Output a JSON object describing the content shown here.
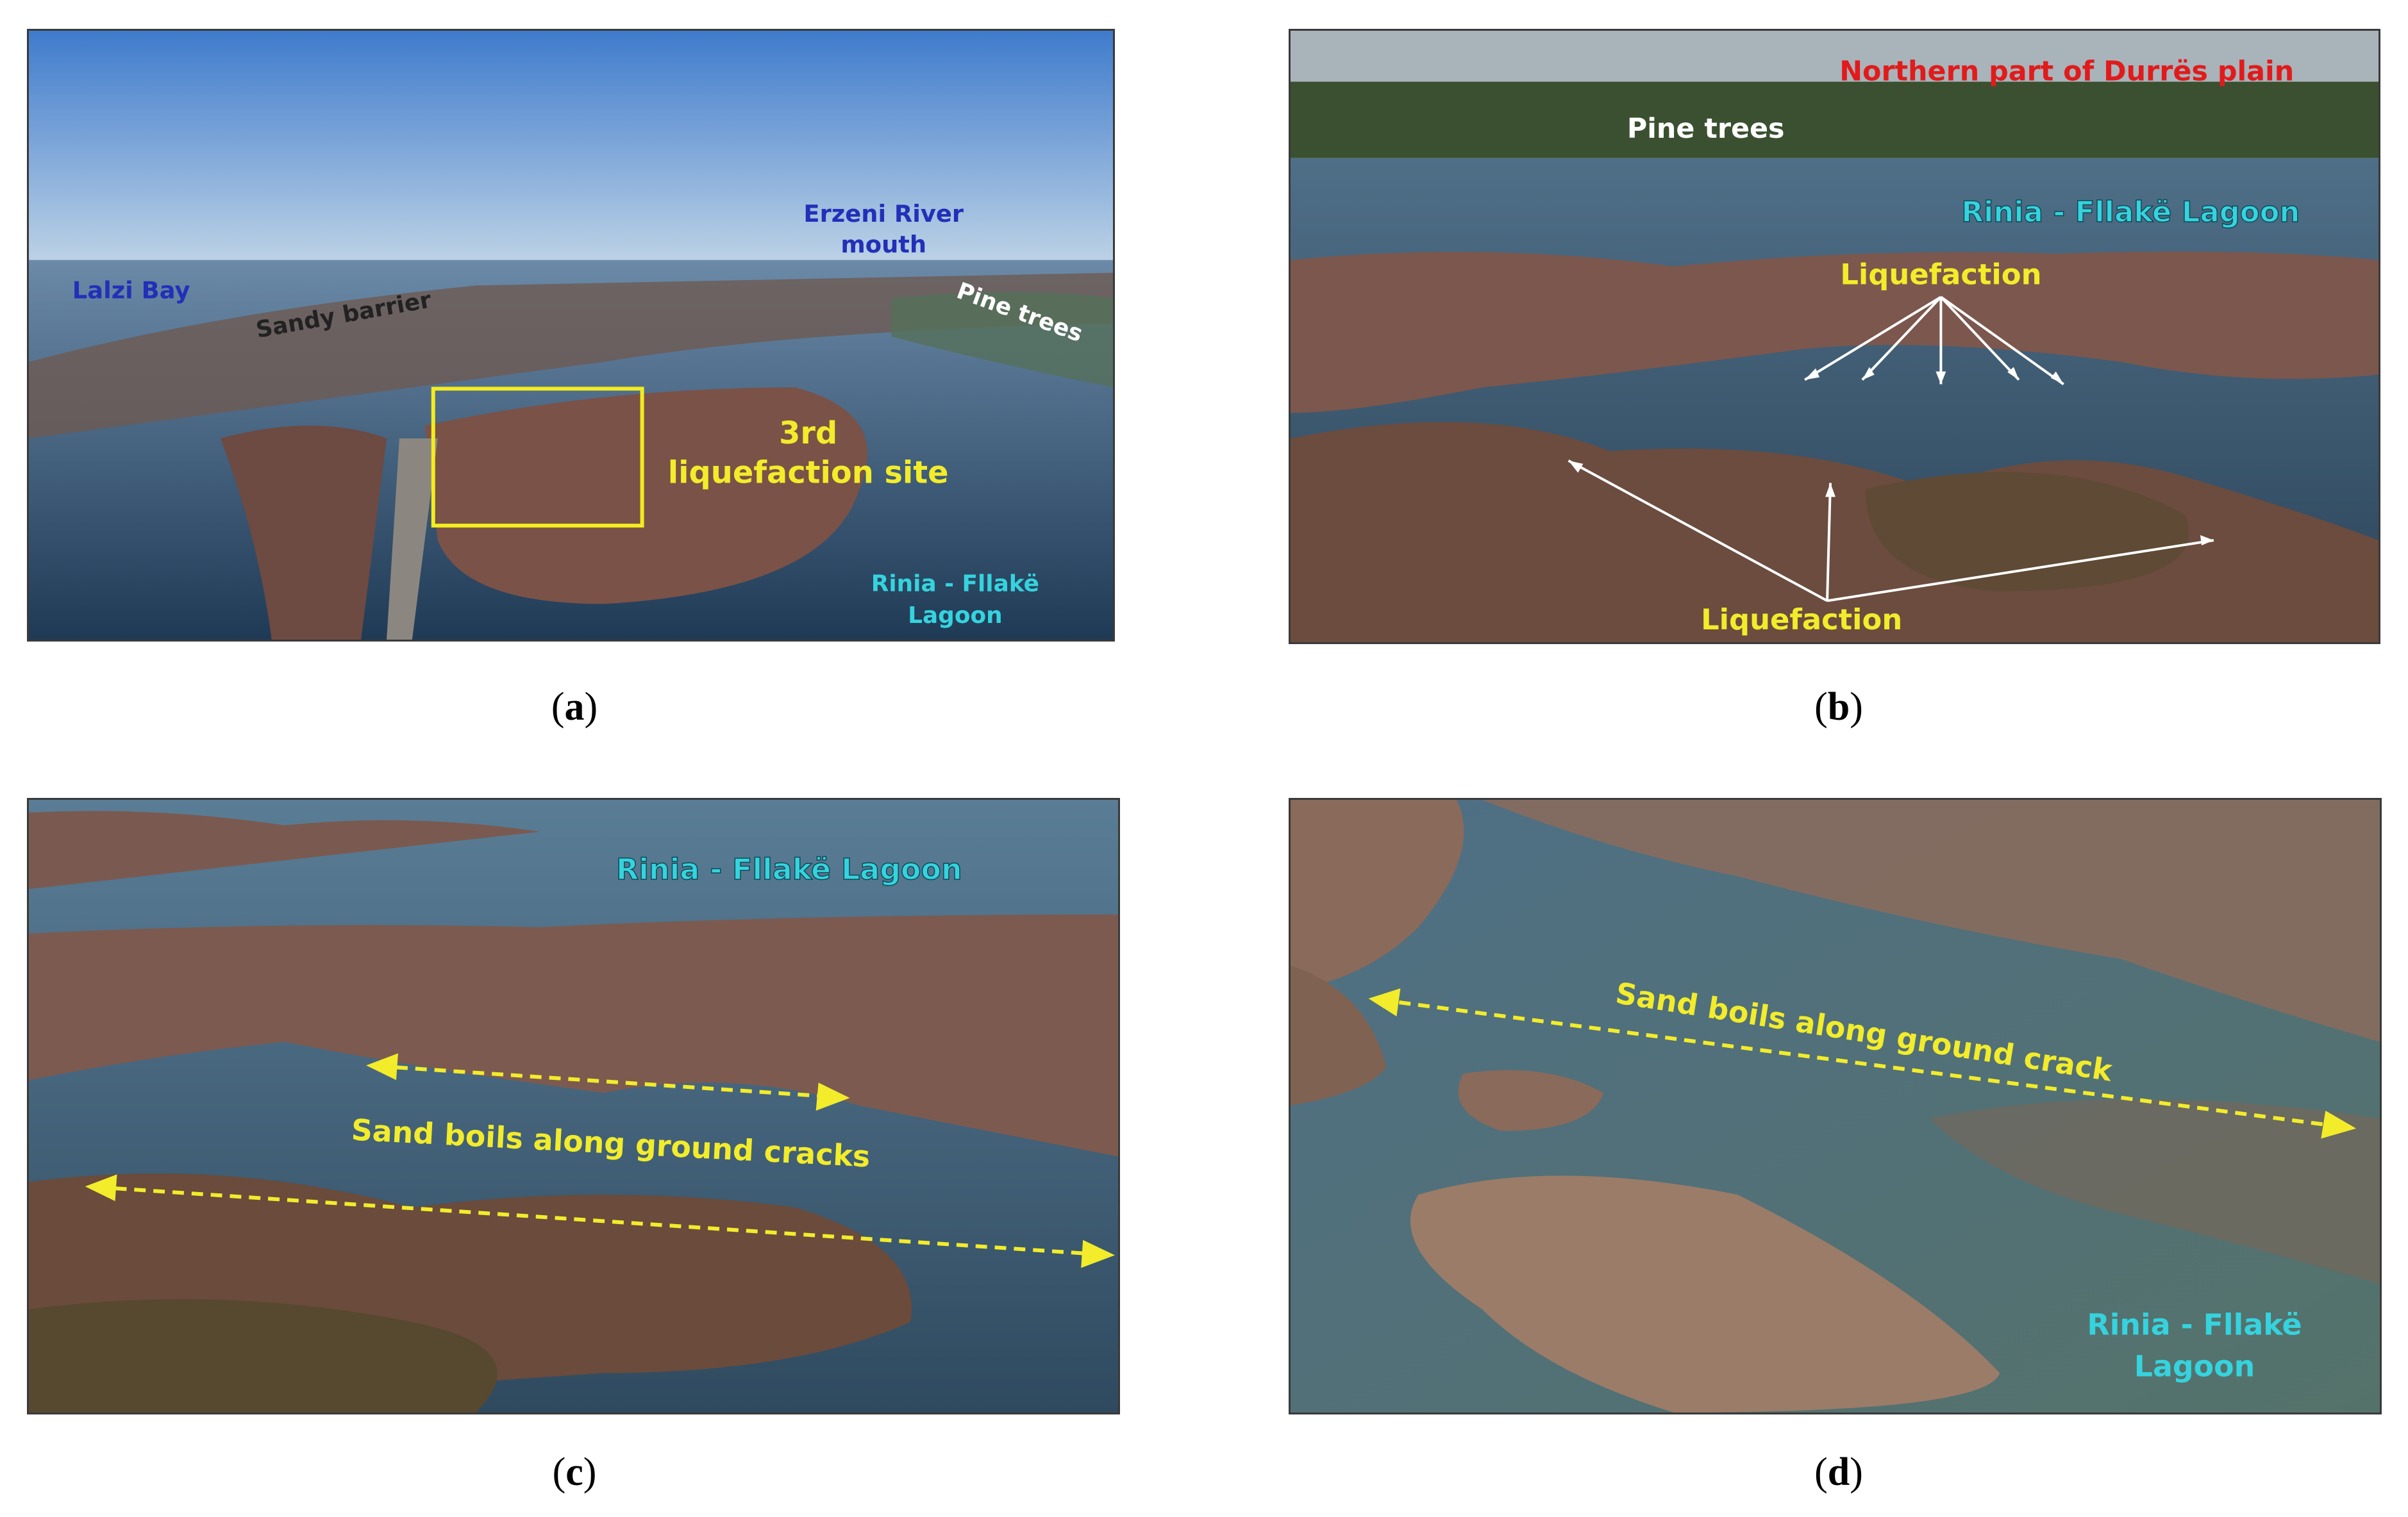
{
  "figure": {
    "panel_a": {
      "caption_letter": "a",
      "labels": {
        "lalzi_bay": "Lalzi Bay",
        "erzeni_line1": "Erzeni River",
        "erzeni_line2": "mouth",
        "sandy_barrier": "Sandy barrier",
        "pine_trees": "Pine trees",
        "site_line1": "3rd",
        "site_line2": "liquefaction site",
        "lagoon_line1": "Rinia - Fllakë",
        "lagoon_line2": "Lagoon"
      }
    },
    "panel_b": {
      "caption_letter": "b",
      "labels": {
        "northern_plain": "Northern part of Durrës plain",
        "pine_trees": "Pine trees",
        "lagoon": "Rinia - Fllakë  Lagoon",
        "liquefaction_top": "Liquefaction",
        "liquefaction_bottom": "Liquefaction"
      }
    },
    "panel_c": {
      "caption_letter": "c",
      "labels": {
        "lagoon": "Rinia - Fllakë  Lagoon",
        "sand_boils": "Sand boils along ground cracks"
      }
    },
    "panel_d": {
      "caption_letter": "d",
      "labels": {
        "sand_boils": "Sand boils along ground crack",
        "lagoon_line1": "Rinia - Fllakë",
        "lagoon_line2": "Lagoon"
      }
    }
  },
  "colors": {
    "water": "#3d5a72",
    "marsh": "#8a5f55",
    "sky": "#5b8fcf",
    "label_yellow": "#f2ec2a",
    "label_cyan": "#35d3de",
    "label_blue": "#2230b8",
    "label_red": "#e11b1b"
  }
}
